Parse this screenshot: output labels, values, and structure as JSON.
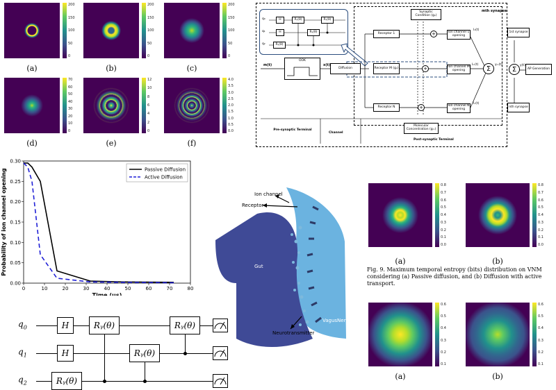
{
  "top_panels": [
    {
      "caption": "(a)",
      "ticks": [
        "200",
        "150",
        "100",
        "50",
        "0"
      ],
      "style": "ring-thin"
    },
    {
      "caption": "(b)",
      "ticks": [
        "200",
        "150",
        "100",
        "50",
        "0"
      ],
      "style": "ring-thick"
    },
    {
      "caption": "(c)",
      "ticks": [
        "200",
        "150",
        "100",
        "50",
        "0"
      ],
      "style": "blob"
    },
    {
      "caption": "(d)",
      "ticks": [
        "70",
        "60",
        "50",
        "40",
        "30",
        "20",
        "10",
        "0"
      ],
      "style": "blob-small"
    },
    {
      "caption": "(e)",
      "ticks": [
        "12",
        "10",
        "8",
        "6",
        "4",
        "2",
        "0"
      ],
      "style": "rings"
    },
    {
      "caption": "(f)",
      "ticks": [
        "4.0",
        "3.5",
        "3.0",
        "2.5",
        "2.0",
        "1.5",
        "1.0",
        "0.5",
        "0.0"
      ],
      "style": "rings-noisy"
    }
  ],
  "block_diagram": {
    "mth_synapse": "mth synapse",
    "synaptic_condition": "Synaptic Condition (gₛ)",
    "molecular_concentration": "Molecular Concentration (gₘ)",
    "ook": "OOK",
    "mt": "m(t)",
    "xt": "x(t)",
    "diffusion": "Diffusion",
    "receptor1": "Receptor 1",
    "receptorM": "Receptor M (gₛ)",
    "receptorN": "Receptor N",
    "ion1": "Ion channel 1 opening",
    "ionM": "Ion channel M opening",
    "ionN": "Ion channel N opening",
    "i1": "I₁(t)",
    "im": "Iₘ(t)",
    "in": "Iₙ(t)",
    "ymt": "yₘ(t)",
    "yt": "y(t)",
    "first_synapse": "1st synapse",
    "nth_synapse": "nth synapse",
    "ap": "AP Generation",
    "pre": "Pre-synaptic Terminal",
    "channel": "Channel",
    "post": "Post-synaptic Terminal",
    "mini_q0": "q₀",
    "mini_q1": "q₁",
    "mini_q2": "q₂",
    "mini_h": "H",
    "mini_ry": "Rᵧ(θ)"
  },
  "chart_data": {
    "type": "line",
    "xlabel": "Time (µs)",
    "ylabel": "Probability of ion channel opening",
    "xlim": [
      0,
      80
    ],
    "ylim": [
      0,
      0.3
    ],
    "xticks": [
      "0",
      "10",
      "20",
      "30",
      "40",
      "50",
      "60",
      "70",
      "80"
    ],
    "yticks": [
      "0.00",
      "0.05",
      "0.10",
      "0.15",
      "0.20",
      "0.25",
      "0.30"
    ],
    "legend_position": "top-right",
    "series": [
      {
        "name": "Passive Diffusion",
        "color": "#000000",
        "dash": "",
        "x": [
          0,
          2,
          4,
          8,
          16,
          32,
          48,
          72
        ],
        "y": [
          0.295,
          0.295,
          0.285,
          0.25,
          0.03,
          0.005,
          0.003,
          0.002
        ]
      },
      {
        "name": "Active Diffusion",
        "color": "#1f1fd6",
        "dash": "6,4",
        "x": [
          0,
          2,
          4,
          8,
          16,
          32,
          48,
          72
        ],
        "y": [
          0.295,
          0.285,
          0.25,
          0.07,
          0.012,
          0.003,
          0.002,
          0.001
        ]
      }
    ]
  },
  "circuit": {
    "q0": "q",
    "q0sub": "0",
    "q1": "q",
    "q1sub": "1",
    "q2": "q",
    "q2sub": "2",
    "h": "H",
    "ry": "Rᵧ(θ)"
  },
  "neuron": {
    "ion_channel": "Ion channel",
    "receptor": "Receptor",
    "gut": "Gut",
    "vagus": "VagusNerve",
    "neurotransmitter": "Neurotransmitter"
  },
  "right_panels_top": [
    {
      "caption": "(a)",
      "ticks": [
        "0.8",
        "0.7",
        "0.6",
        "0.5",
        "0.4",
        "0.3",
        "0.2",
        "0.1",
        "0.0"
      ]
    },
    {
      "caption": "(b)",
      "ticks": [
        "0.8",
        "0.7",
        "0.6",
        "0.5",
        "0.4",
        "0.3",
        "0.2",
        "0.1",
        "0.0"
      ]
    }
  ],
  "fig9_caption": "Fig. 9.   Maximum temporal entropy (bits) distribution on VNM considering (a) Passive diffusion, and (b) Diffusion with active transport.",
  "right_panels_bottom": [
    {
      "caption": "(a)",
      "ticks": [
        "0.6",
        "0.5",
        "0.4",
        "0.3",
        "0.2",
        "0.1"
      ]
    },
    {
      "caption": "(b)",
      "ticks": [
        "0.6",
        "0.5",
        "0.4",
        "0.3",
        "0.2",
        "0.1"
      ]
    }
  ]
}
